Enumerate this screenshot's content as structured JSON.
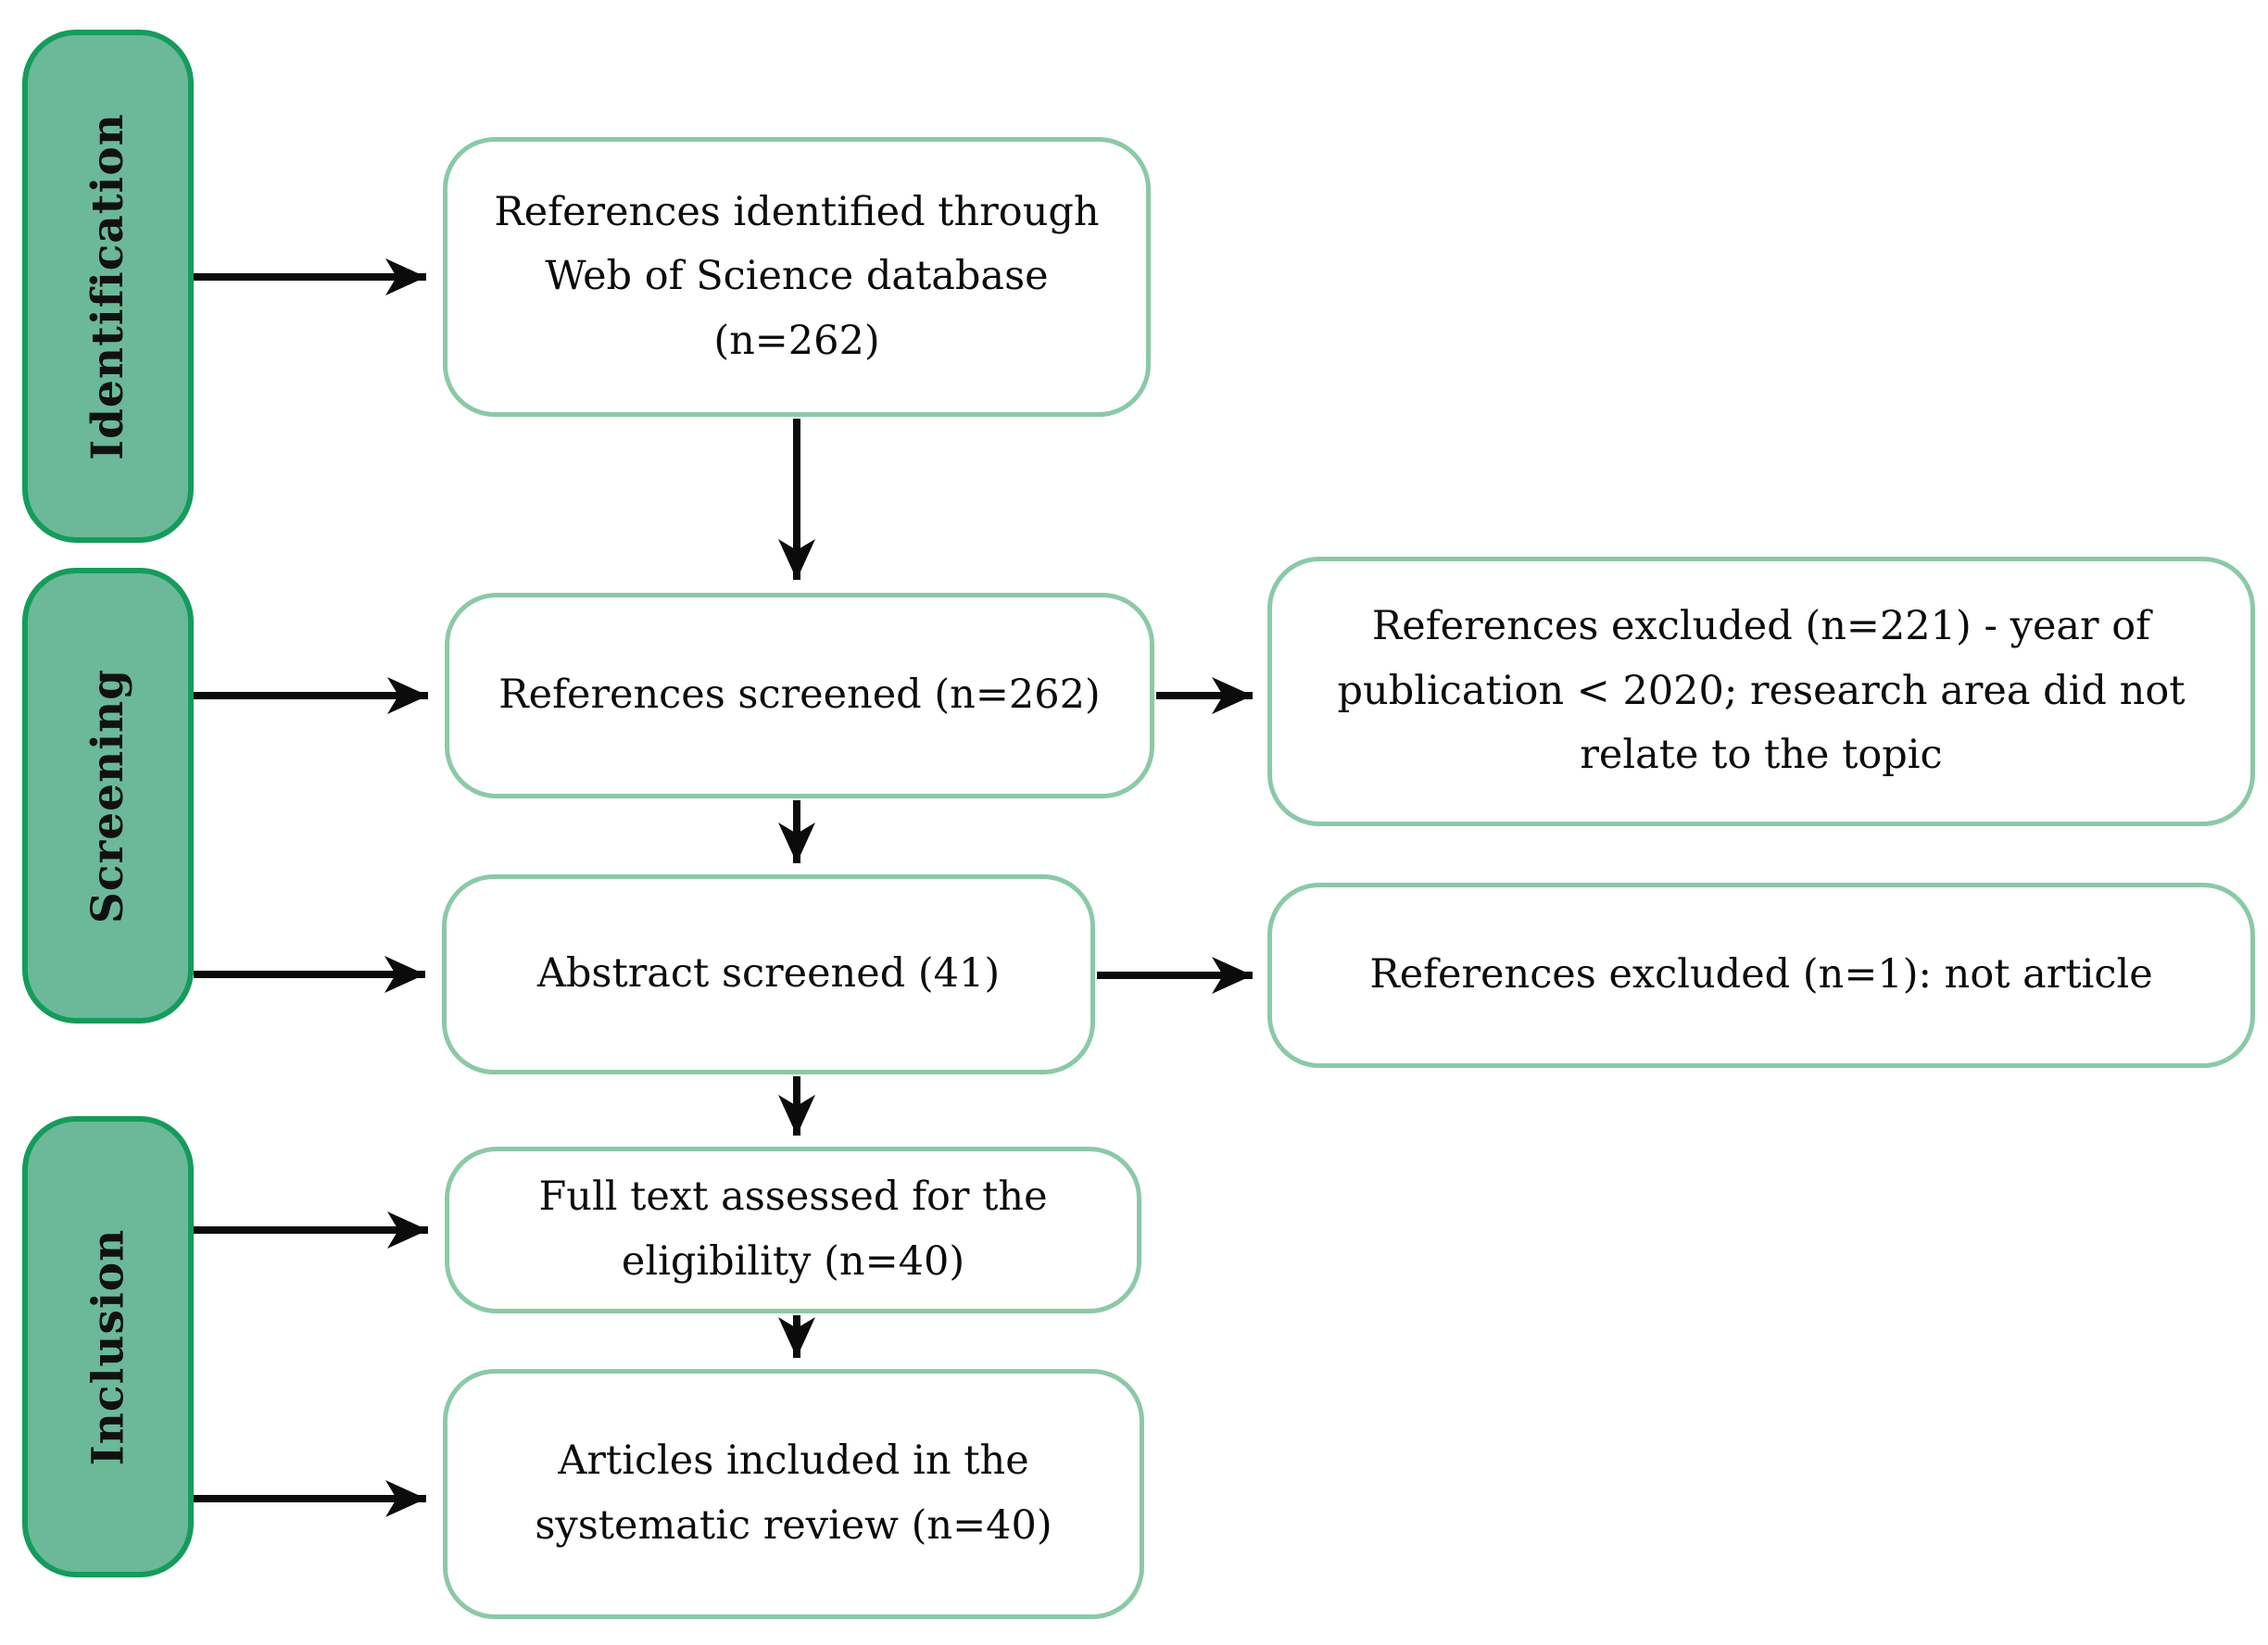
{
  "figure": {
    "type": "prisma-flow-diagram",
    "colors": {
      "stage_fill": "#6bb998",
      "stage_border": "#149c5b",
      "node_border": "#8bc9a7",
      "node_fill": "#ffffff",
      "arrow": "#0b0b0b",
      "text": "#0c0c0c",
      "background": "#ffffff"
    }
  },
  "stages": {
    "identification": {
      "label": "Identification"
    },
    "screening": {
      "label": "Screening"
    },
    "inclusion": {
      "label": "Inclusion"
    }
  },
  "nodes": {
    "identified": {
      "lines": [
        "References identified through",
        "Web of Science database",
        "(n=262)"
      ]
    },
    "screened": {
      "lines": [
        "References screened (n=262)"
      ]
    },
    "abstract": {
      "lines": [
        "Abstract screened (41)"
      ]
    },
    "fulltext": {
      "lines": [
        "Full text assessed for the",
        "eligibility (n=40)"
      ]
    },
    "included": {
      "lines": [
        "Articles included in the",
        "systematic review (n=40)"
      ]
    },
    "excluded_screening": {
      "lines": [
        "References excluded (n=221) - year of",
        "publication < 2020; research area did not",
        "relate to the topic"
      ]
    },
    "excluded_abstract": {
      "lines": [
        "References excluded (n=1): not article"
      ]
    }
  },
  "counts": {
    "identified": 262,
    "screened": 262,
    "excluded_screening": 221,
    "abstract_screened": 41,
    "excluded_abstract": 1,
    "fulltext_assessed": 40,
    "included": 40
  }
}
